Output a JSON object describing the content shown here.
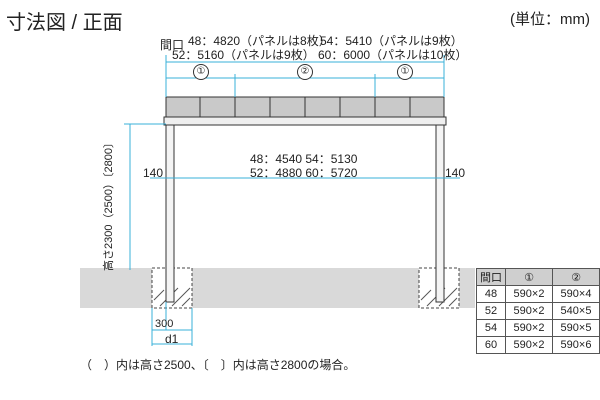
{
  "header": {
    "title": "寸法図 / 正面",
    "unit": "(単位：mm)"
  },
  "top_dims": {
    "label": "間口",
    "line1a": "48：4820（パネルは8枚）",
    "line1b": "54：5410（パネルは9枚）",
    "line2a": "52：5160（パネルは9枚）",
    "line2b": "60：6000（パネルは10枚）",
    "seg1": "①",
    "seg2": "②",
    "seg3": "①"
  },
  "inner_dims": {
    "line1": "48：4540 54：5130",
    "line2": "52：4880 60：5720",
    "left_offset": "140",
    "right_offset": "140"
  },
  "height_label": "高さ2300（2500）〔2800〕",
  "base_dims": {
    "footing": "300",
    "d1": "d1"
  },
  "table": {
    "headers": [
      "間口",
      "①",
      "②"
    ],
    "rows": [
      [
        "48",
        "590×2",
        "590×4"
      ],
      [
        "52",
        "590×2",
        "540×5"
      ],
      [
        "54",
        "590×2",
        "590×5"
      ],
      [
        "60",
        "590×2",
        "590×6"
      ]
    ]
  },
  "footnote": "（　）内は高さ2500、〔　〕内は高さ2800の場合。",
  "colors": {
    "dim_line": "#3ab0d8",
    "ground": "#d8d8d8",
    "panel": "#c8c8c8"
  }
}
